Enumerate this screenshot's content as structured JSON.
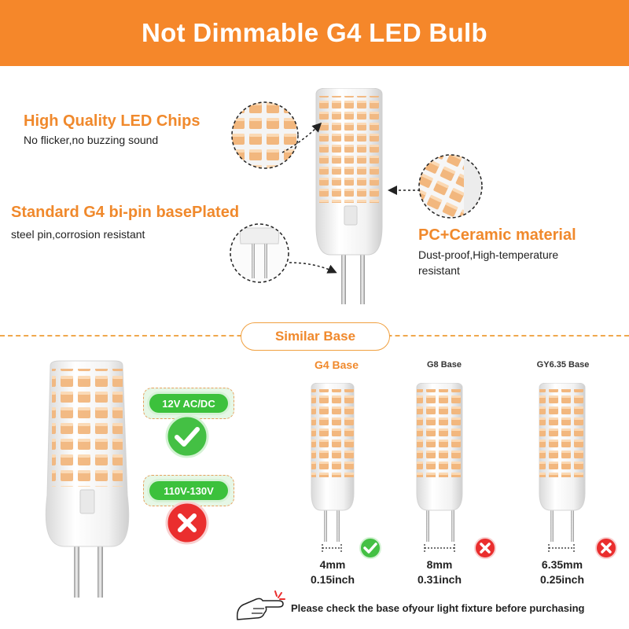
{
  "header": {
    "title": "Not Dimmable G4 LED Bulb"
  },
  "colors": {
    "accent": "#f5872a",
    "feature_text": "#f0892c",
    "good": "#3cc13c",
    "bad": "#ea2e2e",
    "led": "#f2b77e"
  },
  "features": [
    {
      "title": "High Quality LED Chips",
      "desc": "No flicker,no buzzing sound"
    },
    {
      "title": "Standard G4 bi-pin basePlated",
      "desc": "steel pin,corrosion resistant"
    },
    {
      "title": "PC+Ceramic material",
      "desc": [
        "Dust-proof,High-temperature",
        "resistant"
      ]
    }
  ],
  "similar_base": {
    "title": "Similar Base"
  },
  "voltage": [
    {
      "label": "12V AC/DC",
      "status": "compatible",
      "icon": "check-icon"
    },
    {
      "label": "110V-130V",
      "status": "incompatible",
      "icon": "cross-icon"
    }
  ],
  "bases": [
    {
      "name": "G4 Base",
      "mm": "4mm",
      "inch": "0.15inch",
      "status": "compatible"
    },
    {
      "name": "G8 Base",
      "mm": "8mm",
      "inch": "0.31inch",
      "status": "incompatible"
    },
    {
      "name": "GY6.35 Base",
      "mm": "6.35mm",
      "inch": "0.25inch",
      "status": "incompatible"
    }
  ],
  "footer": {
    "note": "Please check the base ofyour light fixture before purchasing",
    "icon": "pointing-hand-icon"
  }
}
